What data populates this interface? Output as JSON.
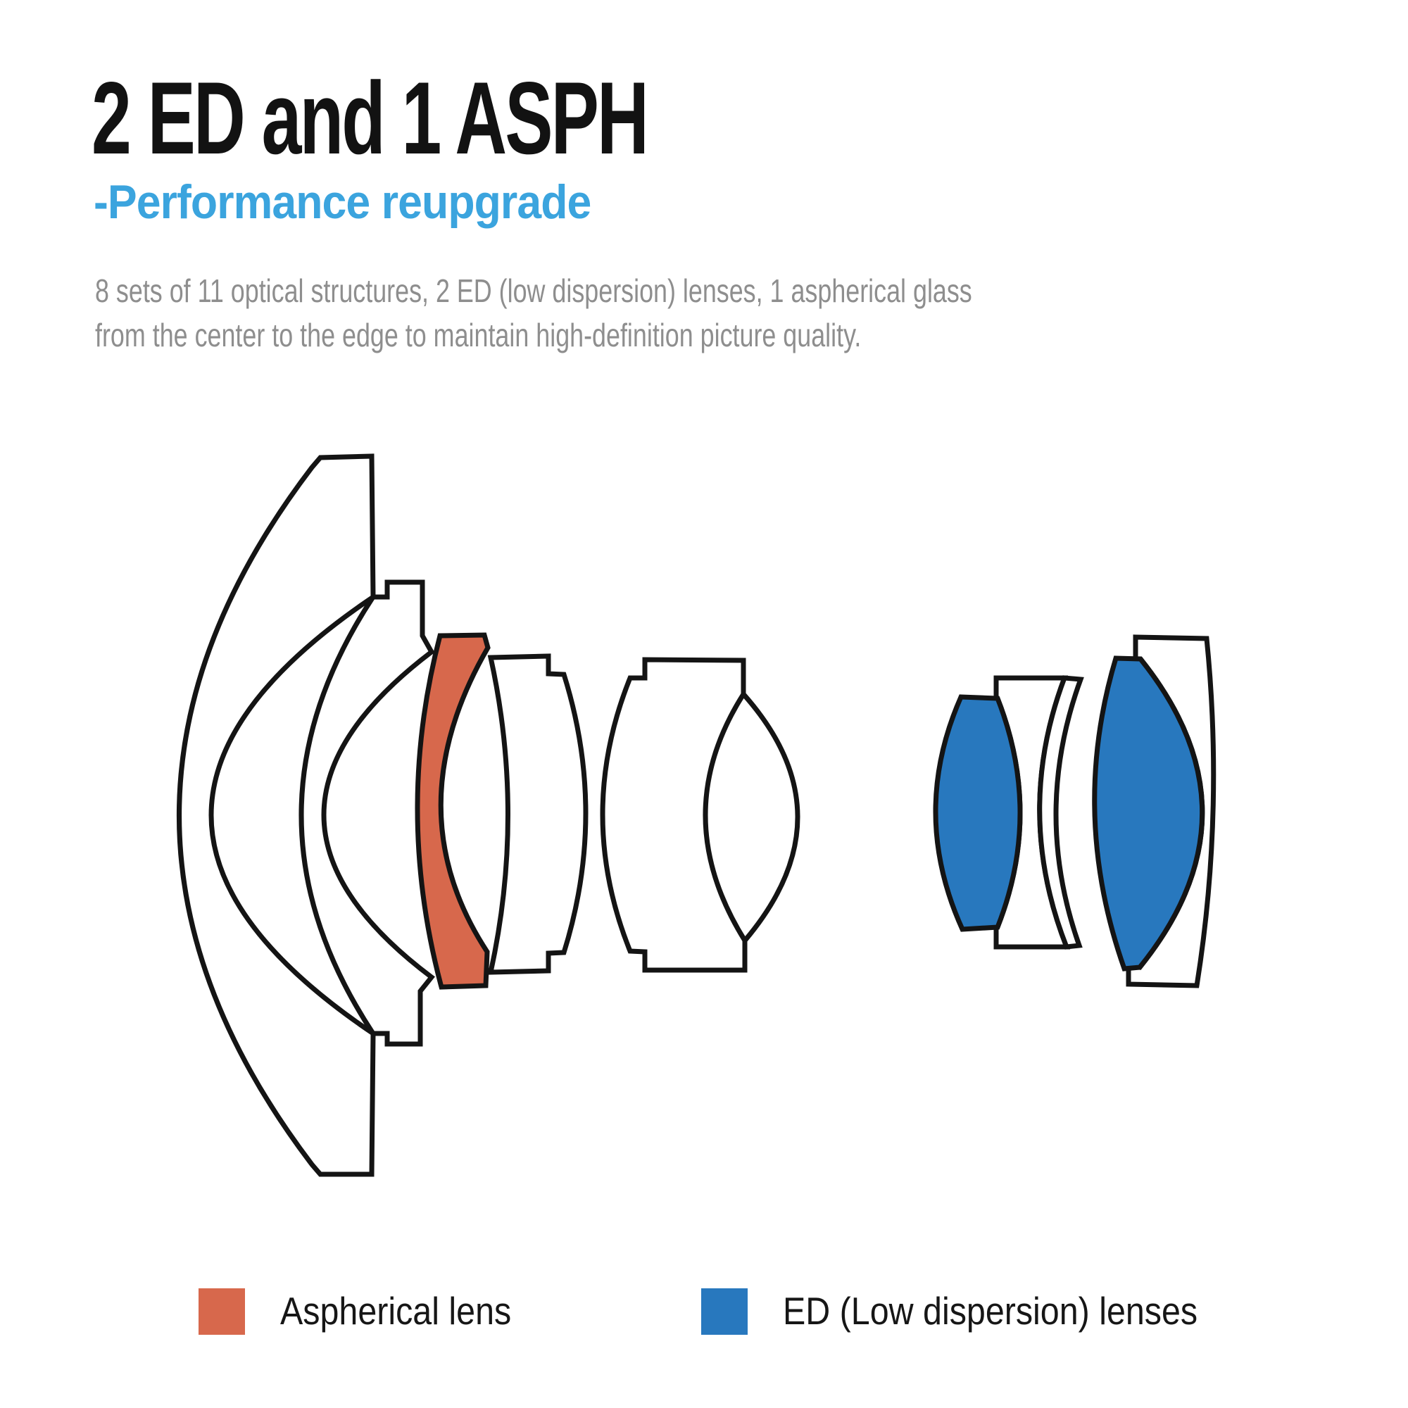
{
  "header": {
    "title": "2 ED and 1 ASPH",
    "subtitle": "-Performance reupgrade",
    "description": {
      "line1": "8 sets of 11 optical structures, 2 ED (low dispersion) lenses, 1 aspherical glass",
      "line2": "from the center to the edge to maintain high-definition picture quality."
    }
  },
  "diagram": {
    "colors": {
      "aspherical": "#D7684C",
      "ed": "#2878BE",
      "glass": "#FFFFFF",
      "outline": "#141414"
    },
    "structure_note": "8 groups, 11 elements",
    "highlighted_elements": {
      "aspherical_count": 1,
      "ed_count": 2
    }
  },
  "legend": {
    "items": [
      {
        "label": "Aspherical lens",
        "color": "#D7684C"
      },
      {
        "label": "ED (Low dispersion) lenses",
        "color": "#2878BE"
      }
    ]
  },
  "accent_colors": {
    "title": "#121212",
    "subtitle_blue": "#3BA4DE",
    "body_gray": "#8E8E8E"
  }
}
